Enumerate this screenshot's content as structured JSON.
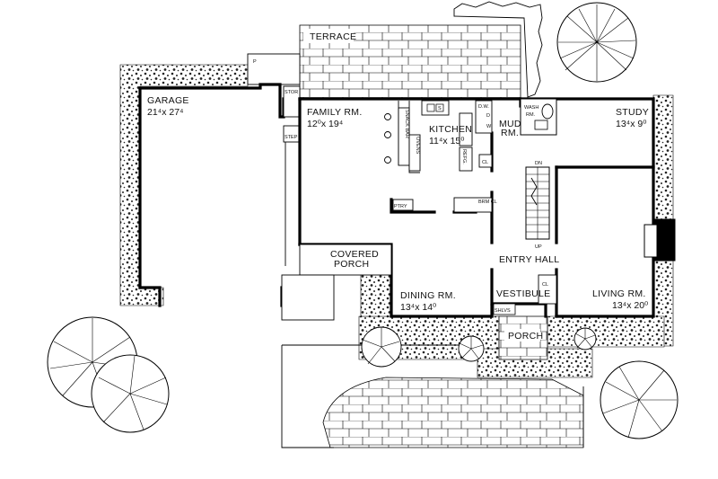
{
  "rooms": {
    "terrace": {
      "label": "TERRACE"
    },
    "garage": {
      "label": "GARAGE",
      "dim": "21⁴x 27⁴"
    },
    "family": {
      "label": "FAMILY RM.",
      "dim": "12⁰x 19⁴"
    },
    "kitchen": {
      "label": "KITCHEN",
      "dim": "11⁴x 15⁰"
    },
    "mud": {
      "label": "MUD",
      "label2": "RM."
    },
    "wash": {
      "label": "WASH",
      "label2": "RM."
    },
    "study": {
      "label": "STUDY",
      "dim": "13⁴x 9⁰"
    },
    "entry": {
      "label": "ENTRY HALL"
    },
    "covered_porch": {
      "label": "COVERED",
      "label2": "PORCH"
    },
    "dining": {
      "label": "DINING RM.",
      "dim": "13⁴x 14⁰"
    },
    "vestibule": {
      "label": "VESTIBULE"
    },
    "living": {
      "label": "LIVING RM.",
      "dim": "13⁴x 20⁰"
    },
    "porch": {
      "label": "PORCH"
    }
  },
  "small_labels": {
    "p": "P",
    "stor": "STOR",
    "step": "STEP",
    "snack_bar": "SNACK BAR",
    "ovens": "OVENS",
    "refg": "REFG.",
    "dw": "D.W.",
    "dryer": "D",
    "washer": "W",
    "s": "S",
    "cl_mud": "CL",
    "dn": "DN",
    "up": "UP",
    "pantry": "PTRY",
    "brm_cl": "BRM CL",
    "cl_vest": "CL",
    "shlvs": "SHLVS"
  }
}
